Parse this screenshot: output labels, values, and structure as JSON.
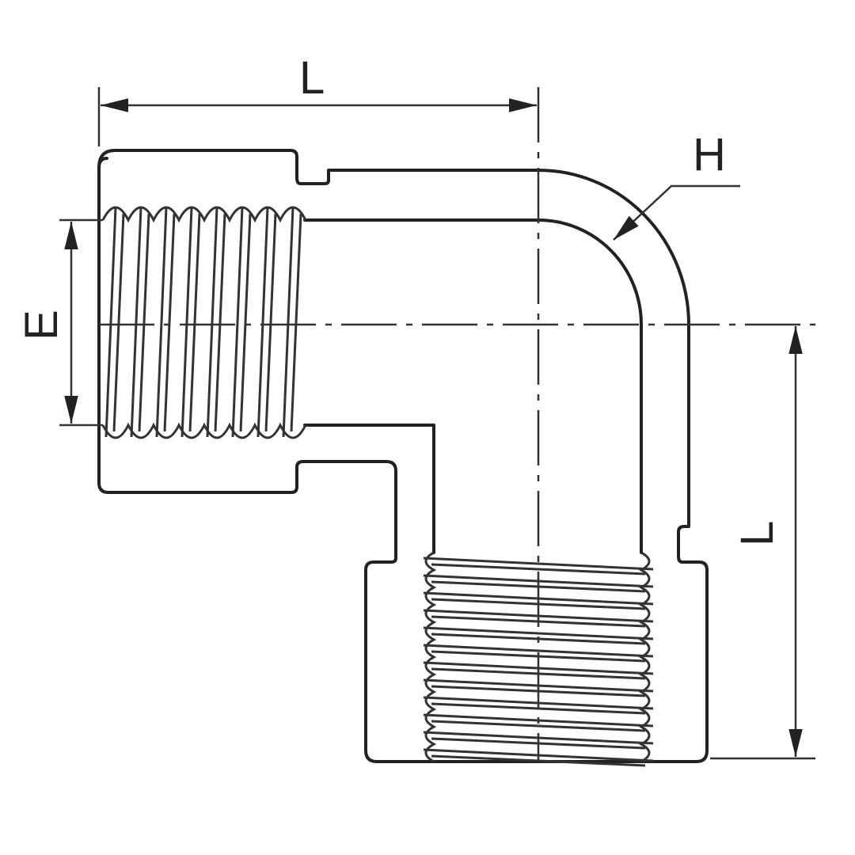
{
  "labels": {
    "top_length": "L",
    "hex": "H",
    "thread_e": "E",
    "side_length": "L"
  },
  "colors": {
    "line": "#222222",
    "background": "#ffffff"
  }
}
